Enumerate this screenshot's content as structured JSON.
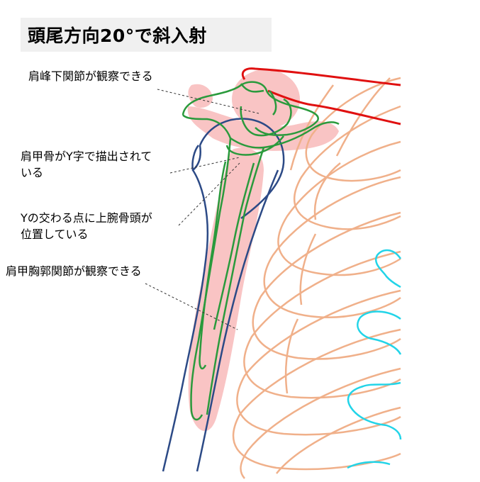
{
  "title": "頭尾方向20°で斜入射",
  "annotations": {
    "acromioclavicular": "肩峰下関節が観察できる",
    "scapula_y_line1": "肩甲骨がY字で描出されて",
    "scapula_y_line2": "いる",
    "humeral_head_line1": "Yの交わる点に上腕骨頭が",
    "humeral_head_line2": "位置している",
    "scapulothoracic": "肩甲胸郭関節が観察できる"
  },
  "colors": {
    "clavicle": "#e01010",
    "scapula": "#2a9a3c",
    "humerus": "#2c4a86",
    "ribs": "#f0b08a",
    "lung": "#22d4e8",
    "highlight": "#f9c4c4",
    "title_bg": "#f0f0f0"
  }
}
